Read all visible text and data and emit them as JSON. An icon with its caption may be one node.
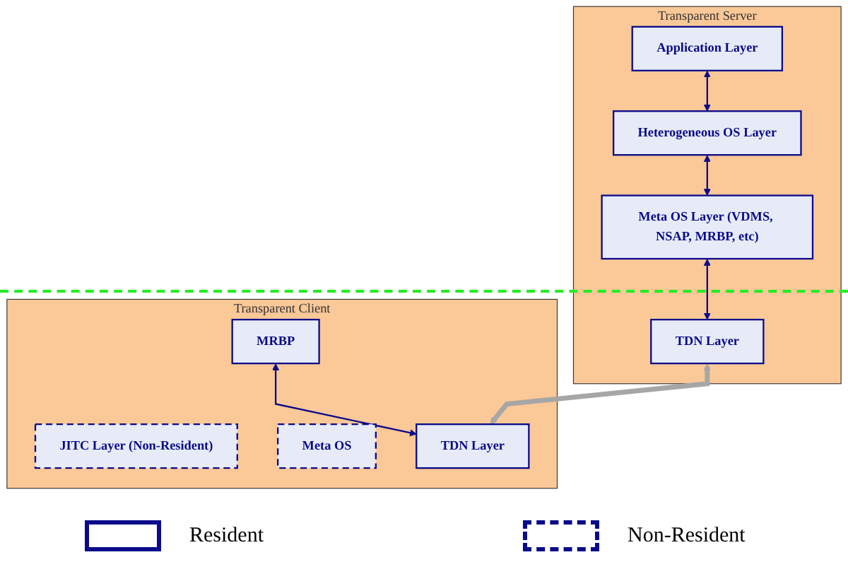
{
  "diagram": {
    "nodes": [
      {
        "text": [
          "Transparent Server"
        ]
      },
      {
        "text": [
          "Application Layer"
        ],
        "in": 0
      },
      {
        "text": [
          "Heterogeneous OS Layer"
        ],
        "in": 0
      },
      {
        "text": [
          "Meta OS Layer (VDMS, NSAP, MRBP, etc)"
        ],
        "in": 0
      },
      {
        "text": [
          "TDN Layer"
        ],
        "in": 0
      },
      {
        "text": [
          "Transparent Client"
        ]
      },
      {
        "text": [
          "JITC Layer (Non-Resident)"
        ],
        "in": 5
      },
      {
        "text": [
          "Meta OS"
        ],
        "in": 5
      },
      {
        "text": [
          "MRBP"
        ],
        "in": 5
      },
      {
        "text": [
          "TDN Layer"
        ],
        "in": 5
      }
    ],
    "edges": [
      {
        "from": 1,
        "to": 2,
        "arrow": "both"
      },
      {
        "from": 2,
        "to": 3,
        "arrow": "both"
      },
      {
        "from": 3,
        "to": 4,
        "arrow": "both"
      },
      {
        "from": 8,
        "to": 9,
        "arrow": "both"
      },
      {
        "from": 4,
        "to": 9,
        "arrow": "both",
        "style": "thick",
        "color": "#a6a6a6"
      }
    ],
    "legend": [
      {
        "text": "Resident"
      },
      {
        "text": "Non-Resident"
      }
    ]
  }
}
